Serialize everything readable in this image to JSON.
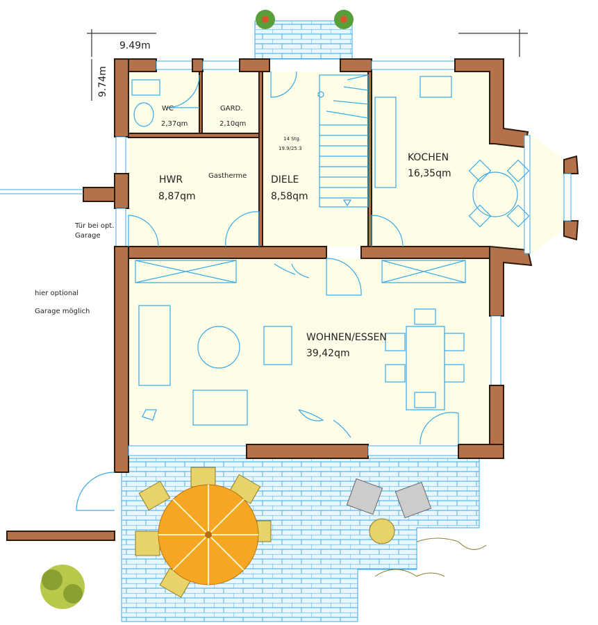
{
  "plan": {
    "dimensions": {
      "width": "9.49m",
      "depth": "9.74m"
    },
    "rooms": [
      {
        "name": "WC",
        "area": "2,37qm"
      },
      {
        "name": "GARD.",
        "area": "2,10qm"
      },
      {
        "name": "HWR",
        "area": "8,87qm",
        "note": "Gastherme"
      },
      {
        "name": "DIELE",
        "area": "8,58qm"
      },
      {
        "name": "KOCHEN",
        "area": "16,35qm"
      },
      {
        "name": "WOHNEN/ESSEN",
        "area": "39,42qm"
      }
    ],
    "stairs": {
      "steps": "14 Stg.",
      "ratio": "19.9/25.3"
    },
    "notes": {
      "door_line1": "Tür bei opt.",
      "door_line2": "Garage",
      "garage_line1": "hier optional",
      "garage_line2": "Garage möglich"
    }
  },
  "colors": {
    "wall": "#b5724a",
    "room": "#fdfde8",
    "lines": "#39a9e6",
    "umbrella": "#f5a623"
  }
}
